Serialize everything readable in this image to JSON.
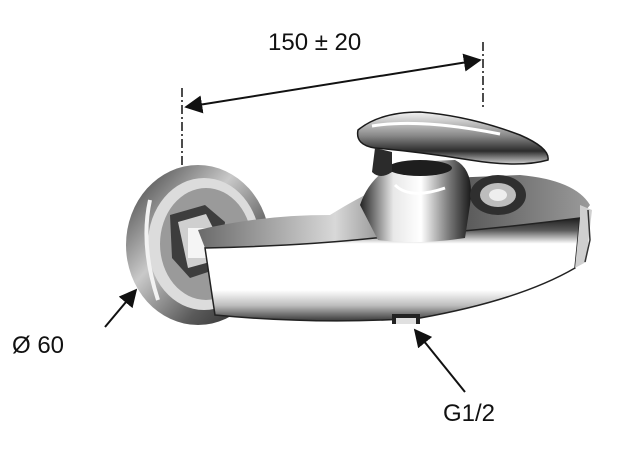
{
  "dimensions": {
    "width_label": "150 ± 20",
    "diameter_label": "Ø 60",
    "thread_label": "G1/2"
  },
  "colors": {
    "ink": "#111111",
    "chrome_dark": "#2a2a2a",
    "chrome_mid": "#7a7a7a",
    "chrome_light": "#dcdcdc",
    "chrome_white": "#ffffff"
  }
}
